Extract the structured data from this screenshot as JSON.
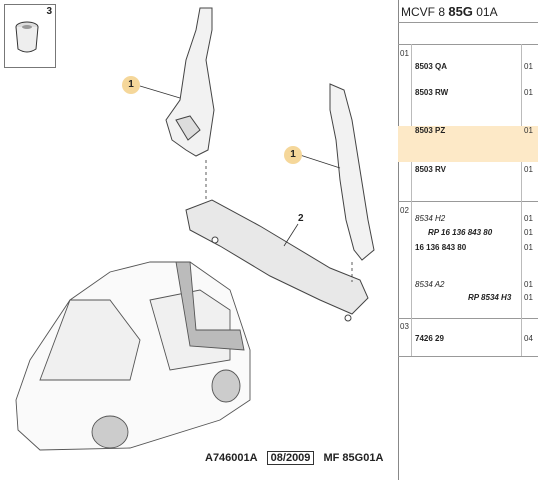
{
  "header": {
    "prefix": "MCVF 8 ",
    "bold": "85G",
    "suffix": " 01A"
  },
  "diagram": {
    "inset_number": "3",
    "callouts": [
      "1",
      "1"
    ],
    "part_label": "2",
    "footer": {
      "ref": "A746001A",
      "date": "08/2009",
      "model": "MF 85G01A"
    }
  },
  "groups": [
    {
      "id": "01"
    },
    {
      "id": "02"
    },
    {
      "id": "03"
    }
  ],
  "rows": [
    {
      "code": "8503 QA",
      "qty": "01"
    },
    {
      "code": "8503 RW",
      "qty": "01"
    },
    {
      "code": "8503 PZ",
      "qty": "01"
    },
    {
      "code": "8503 RV",
      "qty": "01"
    },
    {
      "code": "8534 H2",
      "qty": "01"
    },
    {
      "code": "RP 16 136 843 80",
      "qty": "01"
    },
    {
      "code": "16 136 843 80",
      "qty": "01"
    },
    {
      "code": "8534 A2",
      "qty": "01"
    },
    {
      "code": "RP 8534 H3",
      "qty": "01"
    },
    {
      "code": "7426 29",
      "qty": "04"
    }
  ],
  "colors": {
    "highlight": "#fde9c7",
    "callout": "#f5d79a"
  }
}
